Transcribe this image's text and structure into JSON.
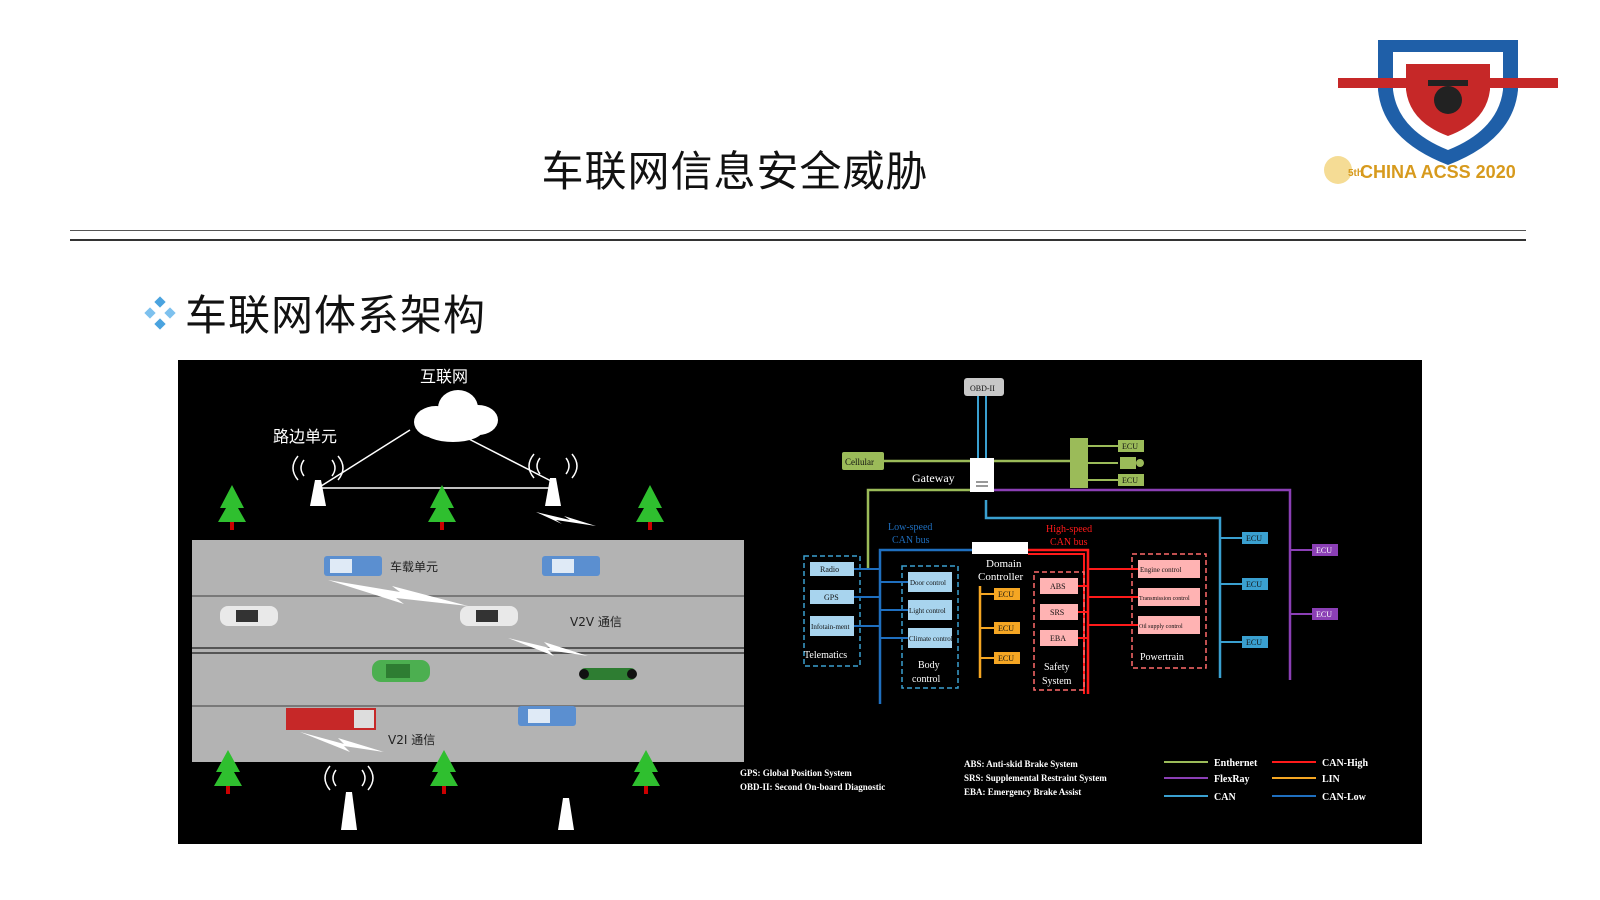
{
  "slide": {
    "title": "车联网信息安全威胁",
    "section": "车联网体系架构"
  },
  "logo": {
    "text": "CHINA ACSS 2020",
    "edition": "5th"
  },
  "scene": {
    "internet": "互联网",
    "rsu": "路边单元",
    "obu": "车载单元",
    "v2v": "V2V 通信",
    "v2i": "V2I 通信"
  },
  "arch": {
    "obd": "OBD-II",
    "cellular": "Cellular",
    "gateway": "Gateway",
    "ecu": "ECU",
    "low_speed": [
      "Low-speed",
      "CAN bus"
    ],
    "high_speed": [
      "High-speed",
      "CAN bus"
    ],
    "domain": [
      "Domain",
      "Controller"
    ],
    "telematics": {
      "items": [
        "Radio",
        "GPS",
        "Infotain-ment"
      ],
      "label": "Telematics"
    },
    "body": {
      "items": [
        "Door control",
        "Light control",
        "Climate control"
      ],
      "label": [
        "Body",
        "control"
      ]
    },
    "safety": {
      "items": [
        "ABS",
        "SRS",
        "EBA"
      ],
      "label": [
        "Safety",
        "System"
      ]
    },
    "powertrain": {
      "items": [
        "Engine control",
        "Transmission control",
        "Oil supply control"
      ],
      "label": "Powertrain"
    },
    "notes_left": [
      "GPS: Global Position System",
      "OBD-II: Second On-board Diagnostic"
    ],
    "notes_mid": [
      "ABS: Anti-skid Brake System",
      "SRS: Supplemental Restraint System",
      "EBA: Emergency Brake Assist"
    ],
    "legend": [
      {
        "label": "Enthernet",
        "color": "#9bbb59"
      },
      {
        "label": "CAN-High",
        "color": "#ff1a1a"
      },
      {
        "label": "FlexRay",
        "color": "#8b3fb5"
      },
      {
        "label": "LIN",
        "color": "#f5a623"
      },
      {
        "label": "CAN",
        "color": "#3aa0d0"
      },
      {
        "label": "CAN-Low",
        "color": "#1f6fbf"
      }
    ]
  }
}
